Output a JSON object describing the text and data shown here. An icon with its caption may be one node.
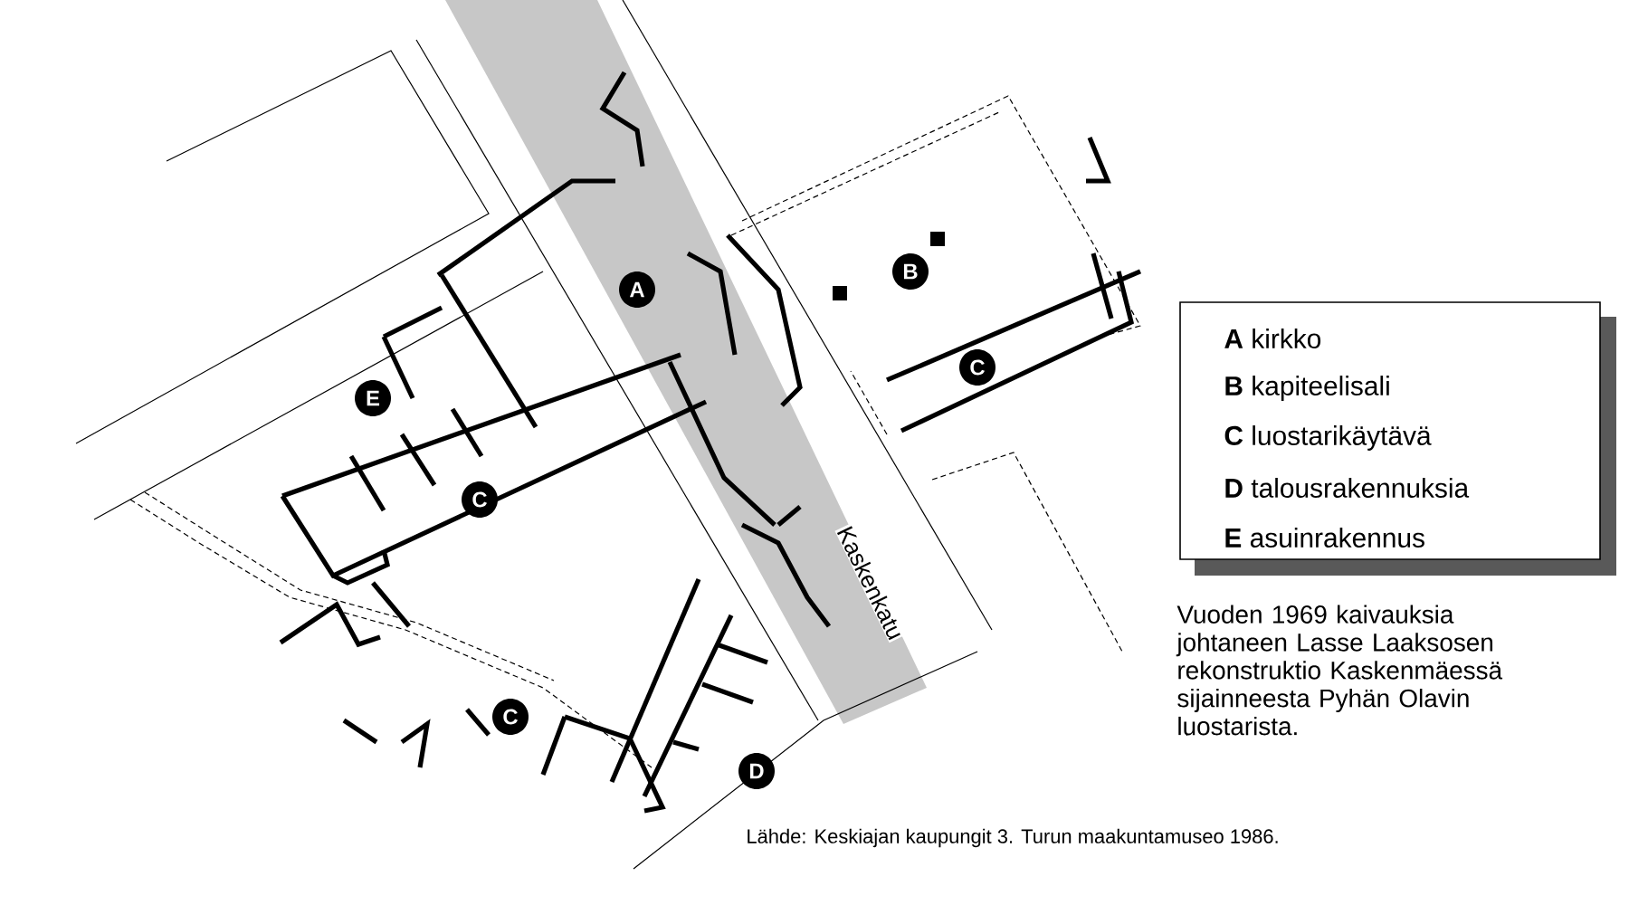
{
  "diagram": {
    "labels": [
      "A",
      "B",
      "E",
      "C",
      "C",
      "C",
      "D",
      "Kaskenkatu",
      "Lähde: Keskiajan kaupungit 3. Turun maakuntamuseo 1986."
    ],
    "caption": "Vuoden 1969 kaivauksia johtaneen Lasse Laaksosen rekonstruktio Kaskenmäessä sijainneesta Pyhän Olavin luostarista.",
    "legend": [
      {
        "text": "**A** kirkko"
      },
      {
        "text": "**B** kapiteelisali"
      },
      {
        "text": "**C** luostarikäytävä"
      },
      {
        "text": "**D** talousrakennuksia"
      },
      {
        "text": "**E** asuinrakennus"
      }
    ]
  }
}
